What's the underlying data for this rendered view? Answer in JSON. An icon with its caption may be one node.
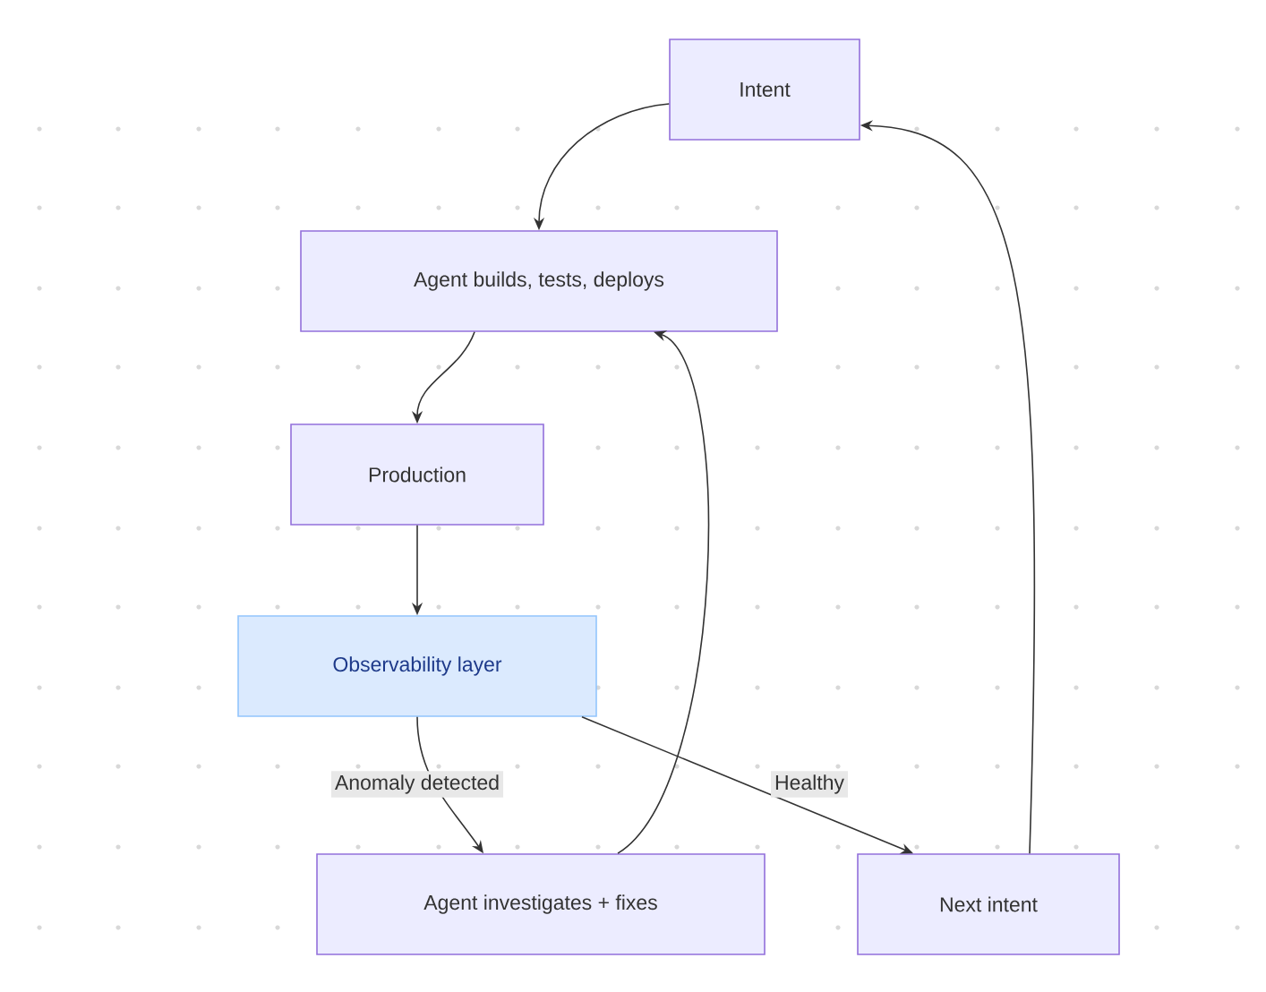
{
  "diagram": {
    "nodes": [
      {
        "text": [
          "Intent"
        ]
      },
      {
        "text": [
          "Agent builds, tests, deploys"
        ]
      },
      {
        "text": [
          "Production"
        ]
      },
      {
        "text": [
          "Observability layer"
        ]
      },
      {
        "text": [
          "Agent investigates + fixes"
        ]
      },
      {
        "text": [
          "Next intent"
        ]
      }
    ],
    "edges": [
      {
        "from": 0,
        "to": 1,
        "arrow": "to"
      },
      {
        "from": 1,
        "to": 2,
        "arrow": "to"
      },
      {
        "from": 2,
        "to": 3,
        "arrow": "to"
      },
      {
        "from": 3,
        "to": 4,
        "arrow": "to",
        "label": "Anomaly detected"
      },
      {
        "from": 3,
        "to": 5,
        "arrow": "to",
        "label": "Healthy"
      },
      {
        "from": 4,
        "to": 1,
        "arrow": "to"
      },
      {
        "from": 5,
        "to": 0,
        "arrow": "to"
      }
    ]
  }
}
